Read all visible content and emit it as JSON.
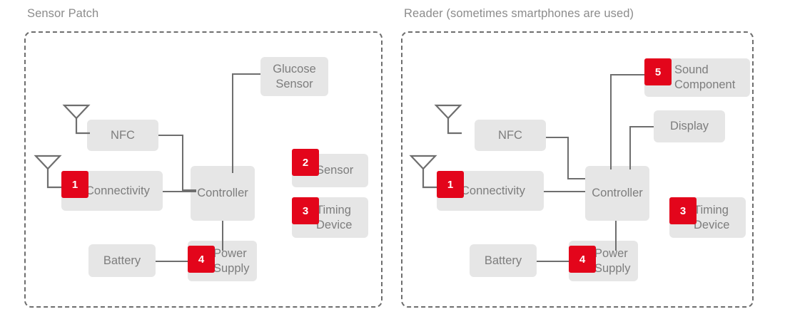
{
  "diagram": {
    "type": "block-diagram",
    "colors": {
      "badge_red": "#e3051b",
      "node_fill": "#e6e6e6",
      "node_text": "#7d7d7d",
      "wire": "#6e6e6e",
      "frame_dash": "#6e6e6e",
      "title_text": "#8c8c8c",
      "background": "#ffffff"
    },
    "panels": [
      {
        "id": "sensor-patch",
        "title": "Sensor Patch",
        "nodes": [
          {
            "id": "glucose-sensor",
            "label": "Glucose\nSensor",
            "badge": null
          },
          {
            "id": "nfc",
            "label": "NFC",
            "badge": null
          },
          {
            "id": "connectivity",
            "label": "Connectivity",
            "badge": "1"
          },
          {
            "id": "controller",
            "label": "Controller",
            "badge": null
          },
          {
            "id": "sensor",
            "label": "Sensor",
            "badge": "2"
          },
          {
            "id": "timing-device",
            "label": "Timing\nDevice",
            "badge": "3"
          },
          {
            "id": "battery",
            "label": "Battery",
            "badge": null
          },
          {
            "id": "power-supply",
            "label": "Power\nSupply",
            "badge": "4"
          }
        ],
        "antennas": [
          "nfc-antenna",
          "connectivity-antenna"
        ],
        "connections": [
          {
            "from": "nfc-antenna",
            "to": "nfc"
          },
          {
            "from": "connectivity-antenna",
            "to": "connectivity"
          },
          {
            "from": "nfc",
            "to": "controller"
          },
          {
            "from": "connectivity",
            "to": "controller"
          },
          {
            "from": "glucose-sensor",
            "to": "controller"
          },
          {
            "from": "controller",
            "to": "power-supply"
          },
          {
            "from": "battery",
            "to": "power-supply"
          }
        ]
      },
      {
        "id": "reader",
        "title": "Reader (sometimes smartphones are used)",
        "nodes": [
          {
            "id": "sound-component",
            "label": "Sound\nComponent",
            "badge": "5"
          },
          {
            "id": "display",
            "label": "Display",
            "badge": null
          },
          {
            "id": "nfc",
            "label": "NFC",
            "badge": null
          },
          {
            "id": "connectivity",
            "label": "Connectivity",
            "badge": "1"
          },
          {
            "id": "controller",
            "label": "Controller",
            "badge": null
          },
          {
            "id": "timing-device",
            "label": "Timing\nDevice",
            "badge": "3"
          },
          {
            "id": "battery",
            "label": "Battery",
            "badge": null
          },
          {
            "id": "power-supply",
            "label": "Power\nSupply",
            "badge": "4"
          }
        ],
        "antennas": [
          "nfc-antenna",
          "connectivity-antenna"
        ],
        "connections": [
          {
            "from": "nfc-antenna",
            "to": "nfc"
          },
          {
            "from": "connectivity-antenna",
            "to": "connectivity"
          },
          {
            "from": "nfc",
            "to": "controller"
          },
          {
            "from": "connectivity",
            "to": "controller"
          },
          {
            "from": "sound-component",
            "to": "controller"
          },
          {
            "from": "display",
            "to": "controller"
          },
          {
            "from": "controller",
            "to": "power-supply"
          },
          {
            "from": "battery",
            "to": "power-supply"
          }
        ]
      }
    ]
  }
}
